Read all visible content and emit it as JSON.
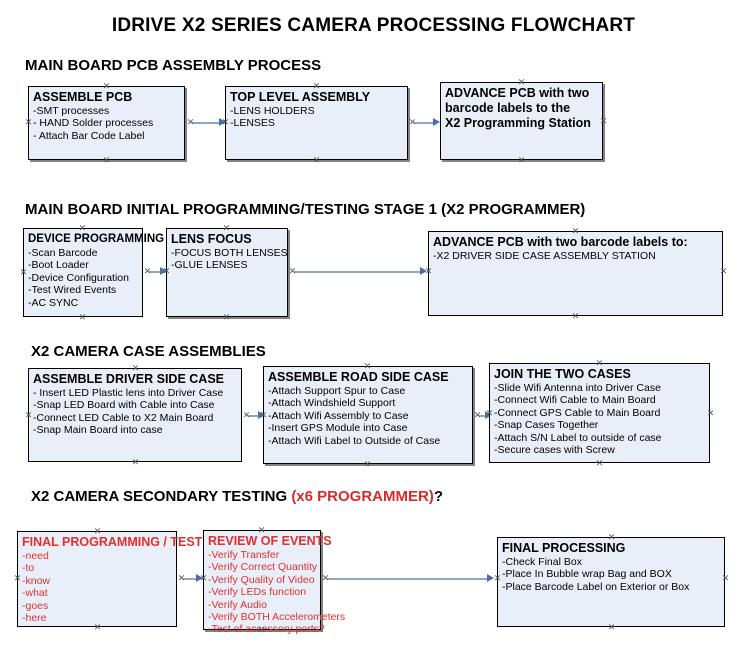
{
  "document": {
    "title": "IDRIVE X2  SERIES CAMERA PROCESSING FLOWCHART"
  },
  "sections": [
    {
      "id": "main-board-pcb-assembly",
      "heading": "MAIN BOARD PCB ASSEMBLY PROCESS",
      "heading_red": "",
      "heading_suffix": "",
      "boxes": [
        {
          "title": "ASSEMBLE PCB",
          "lines": [
            " -SMT processes",
            "- HAND Solder processes",
            "- Attach Bar Code Label"
          ]
        },
        {
          "title": "TOP LEVEL ASSEMBLY",
          "lines": [
            "-LENS HOLDERS",
            "-LENSES"
          ]
        },
        {
          "title": "ADVANCE PCB with two",
          "lines": [
            "barcode labels to the",
            " X2 Programming Station"
          ]
        }
      ]
    },
    {
      "id": "main-board-initial-programming",
      "heading": "MAIN BOARD INITIAL PROGRAMMING/TESTING STAGE 1 (X2 PROGRAMMER)",
      "boxes": [
        {
          "title": "DEVICE PROGRAMMING",
          "lines": [
            "-Scan Barcode",
            "-Boot Loader",
            "-Device Configuration",
            "-Test Wired Events",
            "-AC SYNC"
          ]
        },
        {
          "title": "LENS FOCUS",
          "lines": [
            "-FOCUS BOTH LENSES",
            "-GLUE LENSES"
          ]
        },
        {
          "title": "ADVANCE PCB with two barcode labels to:",
          "lines": [
            "-X2 DRIVER  SIDE  CASE  ASSEMBLY STATION"
          ]
        }
      ]
    },
    {
      "id": "x2-camera-case-assemblies",
      "heading": "X2 CAMERA CASE ASSEMBLIES",
      "boxes": [
        {
          "title": "ASSEMBLE DRIVER SIDE CASE",
          "lines": [
            "- Insert LED Plastic lens into Driver Case",
            "-Snap LED Board with Cable into Case",
            "-Connect LED Cable to X2 Main Board",
            "-Snap Main Board into case"
          ]
        },
        {
          "title": "ASSEMBLE ROAD SIDE CASE",
          "lines": [
            "-Attach Support Spur to Case",
            "-Attach Windshield Support",
            "-Attach Wifi Assembly to Case",
            "-Insert GPS Module into Case",
            "-Attach Wifi Label to Outside of Case"
          ]
        },
        {
          "title": "JOIN THE TWO CASES",
          "lines": [
            "-Slide Wifi Antenna into Driver Case",
            "-Connect Wifi Cable to Main Board",
            "-Connect GPS Cable to Main Board",
            "-Snap Cases Together",
            "-Attach S/N Label to outside of case",
            "-Secure cases with Screw"
          ]
        }
      ]
    },
    {
      "id": "x2-camera-secondary-testing",
      "heading": "X2 CAMERA SECONDARY TESTING ",
      "heading_red": "(x6 PROGRAMMER)",
      "heading_suffix": "?",
      "boxes": [
        {
          "title": "FINAL PROGRAMMING / TESTING",
          "lines": [
            "-need",
            "-to",
            "-know",
            "-what",
            "-goes",
            "-here"
          ]
        },
        {
          "title": "REVIEW OF EVENTS",
          "lines": [
            "-Verify Transfer",
            "-Verify Correct Quantity",
            "-Verify Quality of Video",
            "-Verify LEDs function",
            "-Verify Audio",
            "-Verify BOTH Accelerometers",
            "-Test of accessory ports?"
          ]
        },
        {
          "title": "FINAL PROCESSING",
          "lines": [
            " -Check Final Box",
            "-Place In Bubble wrap Bag and BOX",
            "-Place Barcode Label on Exterior or Box"
          ]
        }
      ]
    }
  ],
  "colors": {
    "box_fill": "#e9eff8",
    "box_border": "#000000",
    "connector": "#8fa9c4",
    "arrow": "#4a6fa5",
    "red_text": "#e03030"
  }
}
